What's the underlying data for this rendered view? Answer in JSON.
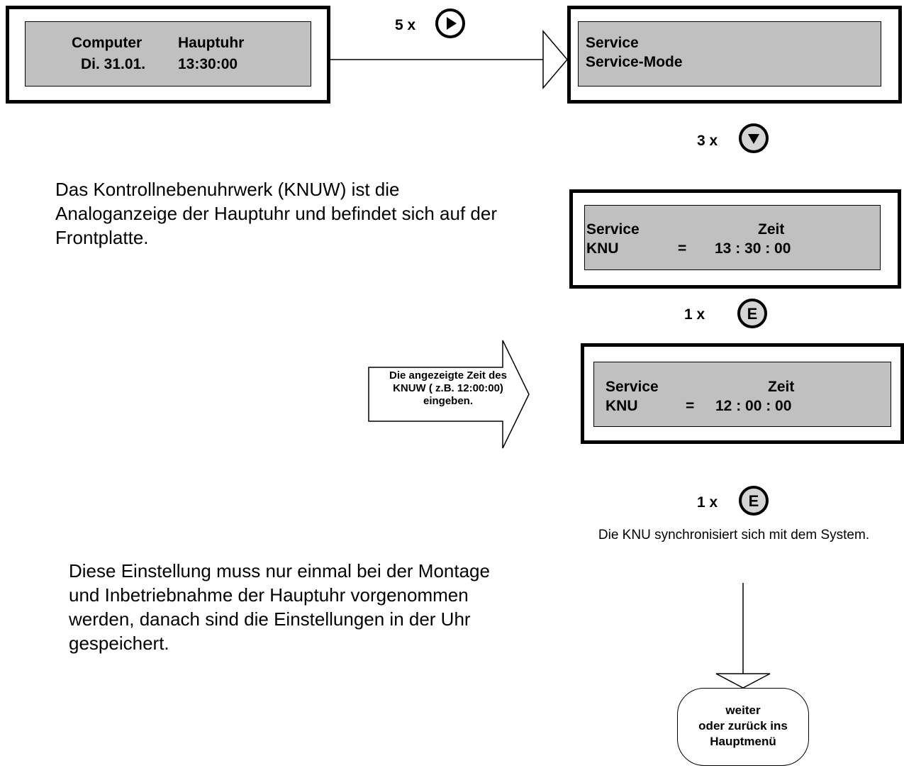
{
  "screen_main": {
    "line1_left": "Computer",
    "line1_right": "Hauptuhr",
    "line2_left": "Di. 31.01.",
    "line2_right": "13:30:00"
  },
  "step_to_service": {
    "count": "5 x",
    "icon": "right-play-icon"
  },
  "screen_service": {
    "line1": "Service",
    "line2": "Service-Mode"
  },
  "step_down": {
    "count": "3 x",
    "icon": "down-arrow-icon"
  },
  "screen_knu_current": {
    "line1_left": "Service",
    "line1_right": "Zeit",
    "line2_left": "KNU",
    "line2_eq": "=",
    "line2_time": "13 : 30 : 00"
  },
  "step_enter_1": {
    "count": "1 x",
    "letter": "E"
  },
  "input_arrow_text": "Die angezeigte Zeit des KNUW ( z.B. 12:00:00) eingeben.",
  "screen_knu_input": {
    "line1_left": "Service",
    "line1_right": "Zeit",
    "line2_left": "KNU",
    "line2_eq": "=",
    "line2_time": "12 : 00 : 00"
  },
  "step_enter_2": {
    "count": "1 x",
    "letter": "E"
  },
  "sync_note": "Die KNU synchronisiert sich mit dem System.",
  "description_1": "Das Kontrollnebenuhrwerk (KNUW) ist die Analoganzeige der Hauptuhr und befindet sich auf der Frontplatte.",
  "description_2": "Diese Einstellung muss nur einmal bei der Montage und Inbetriebnahme der Hauptuhr vorgenommen werden, danach sind die Einstellungen in der Uhr gespeichert.",
  "terminal": {
    "line1": "weiter",
    "line2": "oder zurück ins",
    "line3": "Hauptmenü"
  }
}
